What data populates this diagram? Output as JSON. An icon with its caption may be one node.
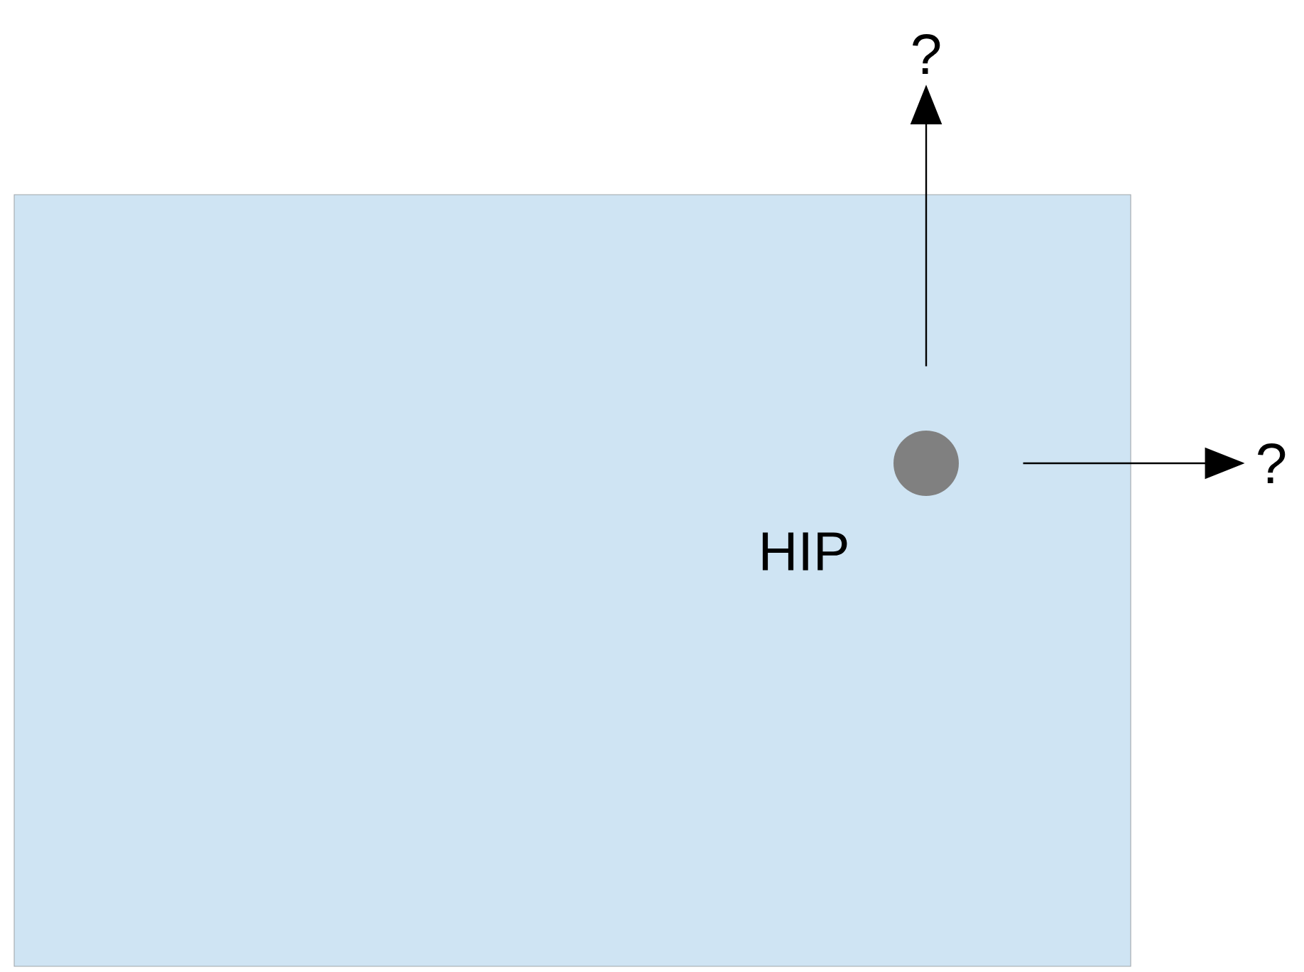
{
  "diagram": {
    "nodes": [
      {
        "text": [],
        "shape": "box"
      },
      {
        "text": [],
        "shape": "circle",
        "in": 0,
        "beside": [
          "HIP"
        ]
      },
      {
        "text": [
          "?"
        ]
      },
      {
        "text": [
          "?"
        ]
      }
    ],
    "edges": [
      {
        "from": 1,
        "to": 2,
        "arrow": "to"
      },
      {
        "from": 1,
        "to": 3,
        "arrow": "to"
      }
    ]
  }
}
